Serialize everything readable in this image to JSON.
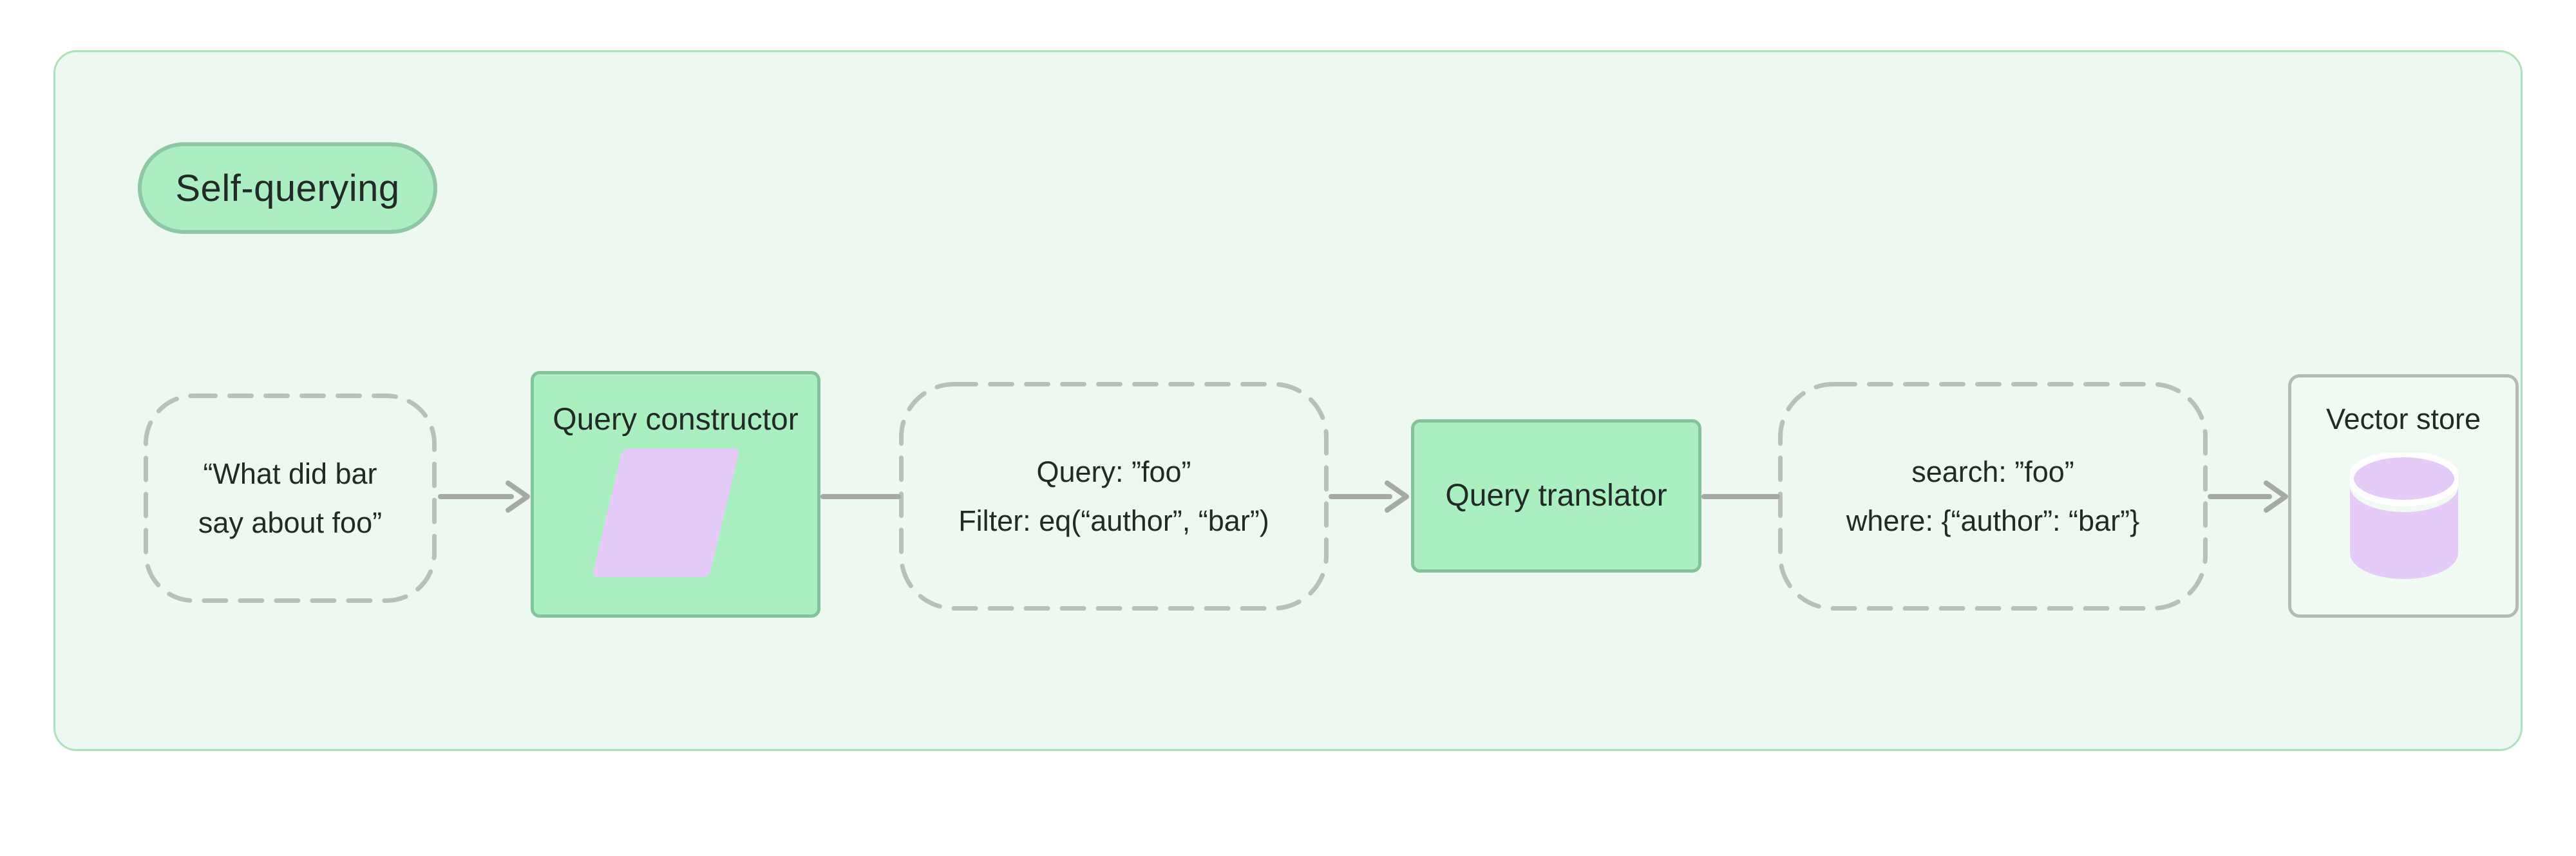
{
  "title": "Self-querying",
  "nodes": {
    "user_query": {
      "lines": [
        "“What did bar",
        "say about foo”"
      ]
    },
    "query_constructor": {
      "label": "Query constructor",
      "icon": "parallelogram-icon"
    },
    "structured_query": {
      "lines": [
        "Query: ”foo”",
        "Filter: eq(“author”, “bar”)"
      ]
    },
    "query_translator": {
      "label": "Query translator"
    },
    "translated_query": {
      "lines": [
        "search: ”foo”",
        "where: {“author”: “bar”}"
      ]
    },
    "vector_store": {
      "label": "Vector store",
      "icon": "database-cylinder-icon"
    }
  },
  "edges": [
    {
      "from": "user_query",
      "to": "query_constructor",
      "arrow": true
    },
    {
      "from": "query_constructor",
      "to": "structured_query",
      "arrow": false
    },
    {
      "from": "structured_query",
      "to": "query_translator",
      "arrow": true
    },
    {
      "from": "query_translator",
      "to": "translated_query",
      "arrow": false
    },
    {
      "from": "translated_query",
      "to": "vector_store",
      "arrow": true
    }
  ],
  "colors": {
    "page_bg": "#ffffff",
    "frame_bg": "#edf8f0",
    "frame_border": "#a9e3bb",
    "badge_bg": "#aaeec2",
    "badge_border": "#8fc7a3",
    "node_green_bg": "#a9efc0",
    "node_green_border": "#84c29a",
    "dashed_border": "#b9bfba",
    "connector": "#a6aaa5",
    "icon_lavender": "#e6cbf8",
    "store_bg": "#f2faf4",
    "store_border": "#b4bab4",
    "text": "#232a25"
  }
}
